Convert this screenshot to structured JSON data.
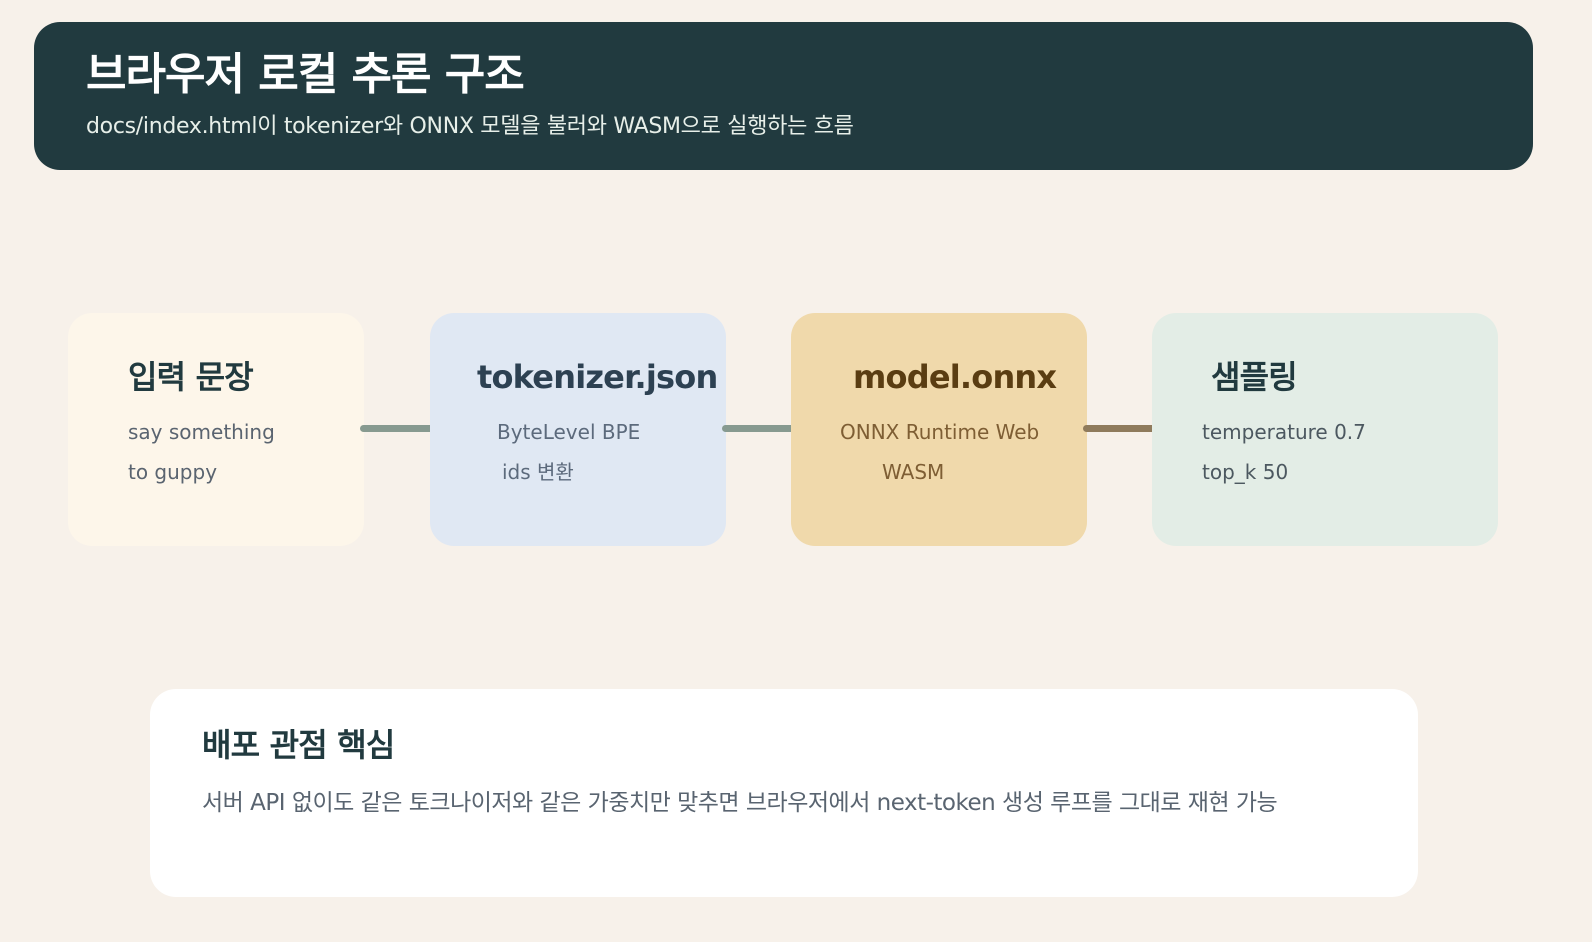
{
  "header": {
    "title": "브라우저 로컬 추론 구조",
    "subtitle": "docs/index.html이 tokenizer와 ONNX 모델을 불러와 WASM으로 실행하는 흐름"
  },
  "flow": {
    "input": {
      "title": "입력 문장",
      "line1": "say something",
      "line2": "to guppy"
    },
    "tokenizer": {
      "title": "tokenizer.json",
      "line1": "ByteLevel BPE",
      "line2": "ids 변환"
    },
    "model": {
      "title": "model.onnx",
      "line1": "ONNX Runtime Web",
      "line2": "WASM"
    },
    "sampling": {
      "title": "샘플링",
      "line1": "temperature 0.7",
      "line2": "top_k 50"
    }
  },
  "summary": {
    "title": "배포 관점 핵심",
    "text": "서버 API 없이도 같은 토크나이저와 같은 가중치만 맞추면 브라우저에서 next-token 생성 루프를 그대로 재현 가능"
  },
  "colors": {
    "background": "#f7f1ea",
    "header": "#213a3f",
    "input_card": "#fdf6ea",
    "tokenizer_card": "#e0e8f3",
    "model_card": "#f0d9ab",
    "sampling_card": "#e3ede6",
    "connector": "#879a90",
    "connector_accent": "#8f7b5c"
  }
}
